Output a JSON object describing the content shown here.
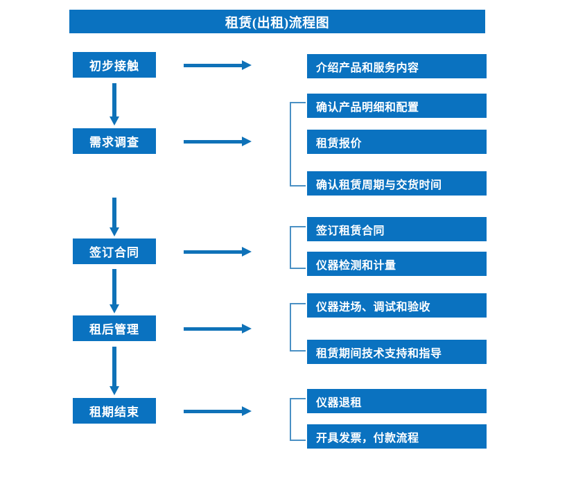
{
  "diagram": {
    "title": "租赁(出租)流程图",
    "accent_color": "#0a72c0",
    "arrow_color": "#0f72b8",
    "bracket_color": "#4a90c4",
    "text_color": "#ffffff",
    "background_color": "#ffffff"
  },
  "stages": [
    {
      "label": "初步接触"
    },
    {
      "label": "需求调查"
    },
    {
      "label": "签订合同"
    },
    {
      "label": "租后管理"
    },
    {
      "label": "租期结束"
    }
  ],
  "details": [
    {
      "label": "介绍产品和服务内容"
    },
    {
      "label": "确认产品明细和配置"
    },
    {
      "label": "租赁报价"
    },
    {
      "label": "确认租赁周期与交货时间"
    },
    {
      "label": "签订租赁合同"
    },
    {
      "label": "仪器检测和计量"
    },
    {
      "label": "仪器进场、调试和验收"
    },
    {
      "label": "租赁期间技术支持和指导"
    },
    {
      "label": "仪器退租"
    },
    {
      "label": "开具发票，付款流程"
    }
  ],
  "groups": [
    {
      "name": "requirement-survey-group",
      "detail_indices": [
        1,
        2,
        3
      ]
    },
    {
      "name": "contract-group",
      "detail_indices": [
        4,
        5
      ]
    },
    {
      "name": "post-rental-group",
      "detail_indices": [
        6,
        7
      ]
    },
    {
      "name": "lease-end-group",
      "detail_indices": [
        8,
        9
      ]
    }
  ],
  "connectors": {
    "horizontal_count": 5,
    "vertical_count": 4
  }
}
